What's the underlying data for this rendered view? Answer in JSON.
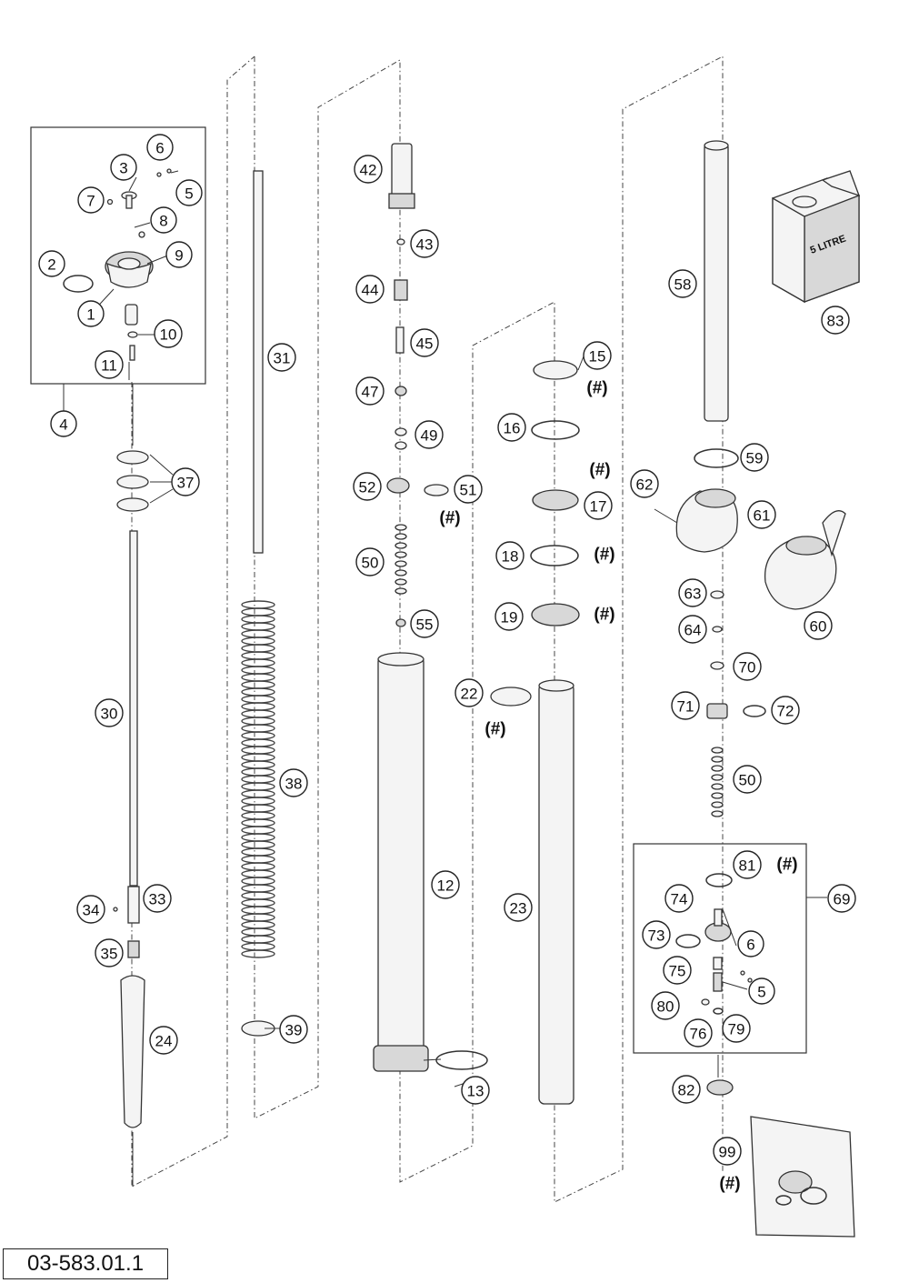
{
  "diagram": {
    "reference_number": "03-583.01.1",
    "parts": [
      {
        "id": "p1",
        "label": "1"
      },
      {
        "id": "p2",
        "label": "2"
      },
      {
        "id": "p3",
        "label": "3"
      },
      {
        "id": "p4",
        "label": "4"
      },
      {
        "id": "p5a",
        "label": "5"
      },
      {
        "id": "p5b",
        "label": "5"
      },
      {
        "id": "p6a",
        "label": "6"
      },
      {
        "id": "p6b",
        "label": "6"
      },
      {
        "id": "p7",
        "label": "7"
      },
      {
        "id": "p8",
        "label": "8"
      },
      {
        "id": "p9",
        "label": "9"
      },
      {
        "id": "p10",
        "label": "10"
      },
      {
        "id": "p11",
        "label": "11"
      },
      {
        "id": "p12",
        "label": "12"
      },
      {
        "id": "p13",
        "label": "13"
      },
      {
        "id": "p15",
        "label": "15"
      },
      {
        "id": "p16",
        "label": "16"
      },
      {
        "id": "p17",
        "label": "17"
      },
      {
        "id": "p18",
        "label": "18"
      },
      {
        "id": "p19",
        "label": "19"
      },
      {
        "id": "p22",
        "label": "22"
      },
      {
        "id": "p23",
        "label": "23"
      },
      {
        "id": "p24",
        "label": "24"
      },
      {
        "id": "p30",
        "label": "30"
      },
      {
        "id": "p31",
        "label": "31"
      },
      {
        "id": "p33",
        "label": "33"
      },
      {
        "id": "p34",
        "label": "34"
      },
      {
        "id": "p35",
        "label": "35"
      },
      {
        "id": "p37",
        "label": "37"
      },
      {
        "id": "p38",
        "label": "38"
      },
      {
        "id": "p39",
        "label": "39"
      },
      {
        "id": "p42",
        "label": "42"
      },
      {
        "id": "p43",
        "label": "43"
      },
      {
        "id": "p44",
        "label": "44"
      },
      {
        "id": "p45",
        "label": "45"
      },
      {
        "id": "p47",
        "label": "47"
      },
      {
        "id": "p49",
        "label": "49"
      },
      {
        "id": "p50a",
        "label": "50"
      },
      {
        "id": "p50b",
        "label": "50"
      },
      {
        "id": "p51",
        "label": "51"
      },
      {
        "id": "p52",
        "label": "52"
      },
      {
        "id": "p55",
        "label": "55"
      },
      {
        "id": "p58",
        "label": "58"
      },
      {
        "id": "p59",
        "label": "59"
      },
      {
        "id": "p60",
        "label": "60"
      },
      {
        "id": "p61",
        "label": "61"
      },
      {
        "id": "p62",
        "label": "62"
      },
      {
        "id": "p63",
        "label": "63"
      },
      {
        "id": "p64",
        "label": "64"
      },
      {
        "id": "p69",
        "label": "69"
      },
      {
        "id": "p70",
        "label": "70"
      },
      {
        "id": "p71",
        "label": "71"
      },
      {
        "id": "p72",
        "label": "72"
      },
      {
        "id": "p73",
        "label": "73"
      },
      {
        "id": "p74",
        "label": "74"
      },
      {
        "id": "p75",
        "label": "75"
      },
      {
        "id": "p76",
        "label": "76"
      },
      {
        "id": "p79",
        "label": "79"
      },
      {
        "id": "p80",
        "label": "80"
      },
      {
        "id": "p81",
        "label": "81"
      },
      {
        "id": "p82",
        "label": "82"
      },
      {
        "id": "p83",
        "label": "83"
      },
      {
        "id": "p99",
        "label": "99"
      }
    ],
    "hash_mark": "(#)",
    "oil_can_text": "5 LITRE"
  }
}
